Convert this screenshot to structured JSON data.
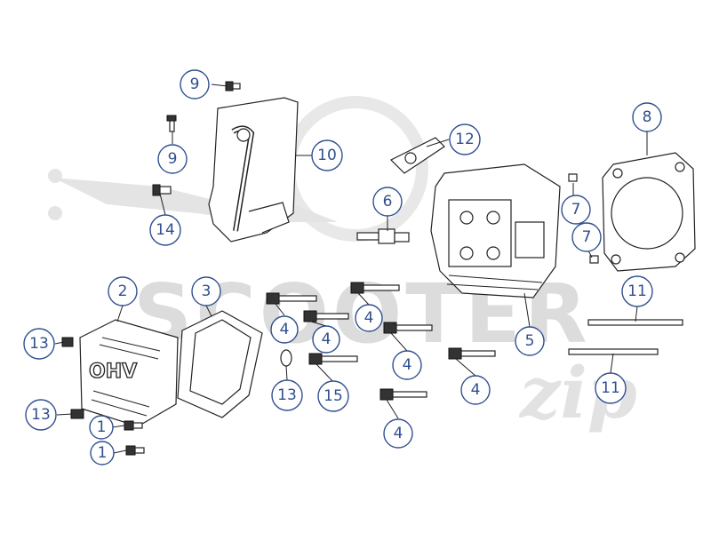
{
  "watermark": {
    "brand_text": "SCOOTER",
    "script_text": "zip"
  },
  "cover_embossing": "OHV",
  "callouts": [
    {
      "label": "9"
    },
    {
      "label": "9"
    },
    {
      "label": "10"
    },
    {
      "label": "14"
    },
    {
      "label": "12"
    },
    {
      "label": "6"
    },
    {
      "label": "8"
    },
    {
      "label": "7"
    },
    {
      "label": "7"
    },
    {
      "label": "2"
    },
    {
      "label": "3"
    },
    {
      "label": "4"
    },
    {
      "label": "4"
    },
    {
      "label": "4"
    },
    {
      "label": "4"
    },
    {
      "label": "4"
    },
    {
      "label": "4"
    },
    {
      "label": "5"
    },
    {
      "label": "13"
    },
    {
      "label": "13"
    },
    {
      "label": "13"
    },
    {
      "label": "15"
    },
    {
      "label": "1"
    },
    {
      "label": "1"
    },
    {
      "label": "11"
    },
    {
      "label": "11"
    }
  ],
  "colors": {
    "callout": "#2f4f8f",
    "line": "#222222",
    "watermark": "#e4e4e4"
  }
}
